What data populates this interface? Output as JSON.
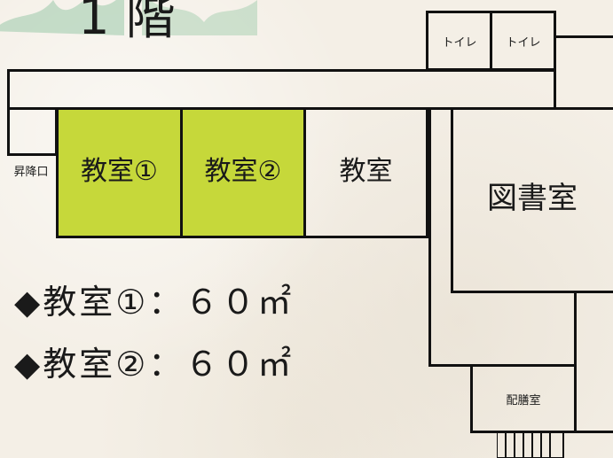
{
  "floor": {
    "title": "1階"
  },
  "rooms": {
    "toilet_1": "トイレ",
    "toilet_2": "トイレ",
    "lift": "昇降口",
    "classroom_1": "教室①",
    "classroom_2": "教室②",
    "classroom_3": "教室",
    "library": "図書室",
    "serving_room": "配膳室"
  },
  "legend": {
    "item_1": "◆教室①：６０㎡",
    "item_2": "◆教室②：６０㎡"
  },
  "colors": {
    "highlight": "#c6d83a",
    "wall": "#111111",
    "paper": "#f4efe6"
  }
}
